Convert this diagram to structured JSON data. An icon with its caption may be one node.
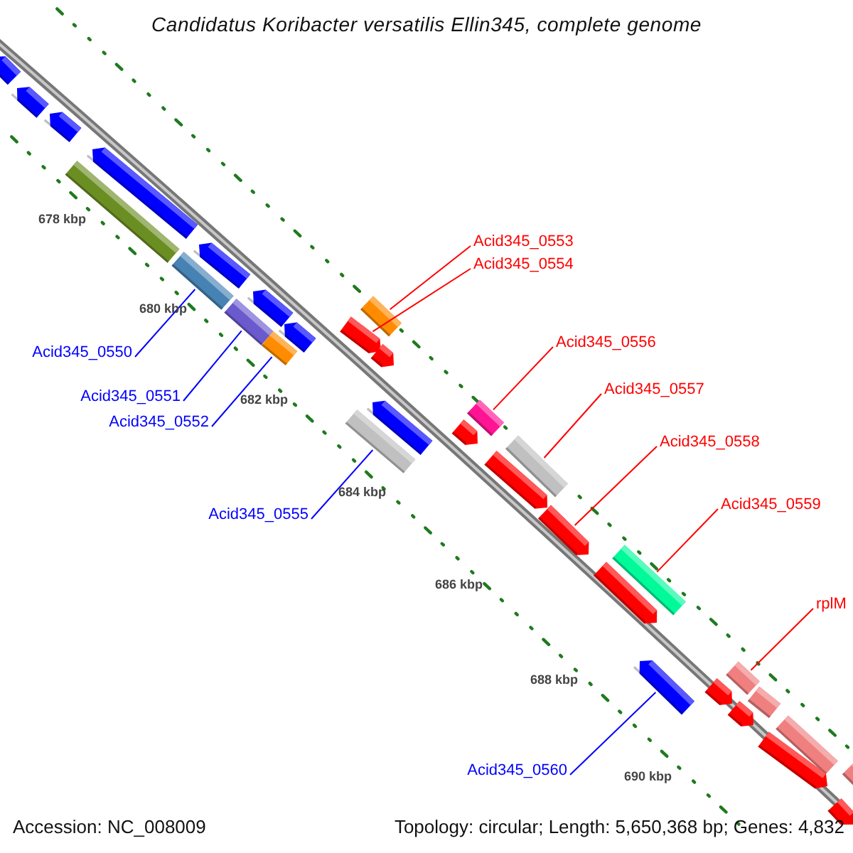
{
  "diagram": {
    "title": "Candidatus Koribacter versatilis Ellin345, complete genome",
    "nodes": [
      {
        "text": [
          "Acid345_0553"
        ]
      },
      {
        "text": [
          "Acid345_0554"
        ]
      },
      {
        "text": [
          "Acid345_0556"
        ]
      },
      {
        "text": [
          "Acid345_0550"
        ]
      },
      {
        "text": [
          "Acid345_0557"
        ]
      },
      {
        "text": [
          "Acid345_0551"
        ]
      },
      {
        "text": [
          "Acid345_0552"
        ]
      },
      {
        "text": [
          "Acid345_0558"
        ]
      },
      {
        "text": [
          "Acid345_0559"
        ]
      },
      {
        "text": [
          "Acid345_0555"
        ]
      },
      {
        "text": [
          "rplM"
        ]
      },
      {
        "text": [
          "Acid345_0560"
        ]
      },
      {
        "text": [],
        "shape": "bar"
      },
      {
        "text": [],
        "shape": "bar"
      },
      {
        "text": [],
        "shape": "bar"
      },
      {
        "text": [],
        "shape": "bar"
      },
      {
        "text": [],
        "shape": "bar"
      },
      {
        "text": [],
        "shape": "bar"
      },
      {
        "text": [],
        "shape": "bar"
      },
      {
        "text": [],
        "shape": "bar"
      },
      {
        "text": [],
        "shape": "bar"
      },
      {
        "text": [],
        "shape": "bar"
      },
      {
        "text": [],
        "shape": "bar"
      },
      {
        "text": [],
        "shape": "bar"
      },
      {
        "text": [],
        "shape": "bar"
      },
      {
        "text": [],
        "shape": "bar"
      },
      {
        "text": [],
        "shape": "bar"
      },
      {
        "text": [],
        "shape": "bar"
      },
      {
        "text": [],
        "shape": "bar"
      },
      {
        "text": [],
        "shape": "bar"
      },
      {
        "text": [],
        "shape": "bar"
      },
      {
        "text": [],
        "shape": "bar"
      },
      {
        "text": [],
        "shape": "bar"
      },
      {
        "text": [],
        "shape": "bar"
      },
      {
        "text": [],
        "shape": "bar"
      },
      {
        "text": [],
        "shape": "bar"
      },
      {
        "text": [],
        "shape": "bar"
      },
      {
        "text": [],
        "shape": "bar"
      },
      {
        "text": [],
        "shape": "bar"
      },
      {
        "text": [],
        "shape": "bar"
      },
      {
        "text": [],
        "shape": "bar"
      },
      {
        "text": [],
        "shape": "bar"
      },
      {
        "text": [],
        "shape": "bar"
      },
      {
        "text": [],
        "shape": "bar"
      }
    ],
    "edges": [
      {
        "from": 0,
        "to": 20,
        "arrow": "none"
      },
      {
        "from": 1,
        "to": 23,
        "arrow": "none"
      },
      {
        "from": 2,
        "to": 26,
        "arrow": "none"
      },
      {
        "from": 3,
        "to": 18,
        "arrow": "none",
        "color": "#0000ff"
      },
      {
        "from": 4,
        "to": 30,
        "arrow": "none"
      },
      {
        "from": 5,
        "to": 21,
        "arrow": "none",
        "color": "#0000ff"
      },
      {
        "from": 6,
        "to": 24,
        "arrow": "none",
        "color": "#0000ff"
      },
      {
        "from": 7,
        "to": 32,
        "arrow": "none"
      },
      {
        "from": 8,
        "to": 33,
        "arrow": "none"
      },
      {
        "from": 9,
        "to": 29,
        "arrow": "none",
        "color": "#0000ff"
      },
      {
        "from": 10,
        "to": 35,
        "arrow": "none"
      },
      {
        "from": 11,
        "to": 36,
        "arrow": "none",
        "color": "#0000ff"
      }
    ],
    "labels": [
      "678 kbp",
      "680 kbp",
      "682 kbp",
      "684 kbp",
      "686 kbp",
      "688 kbp",
      "690 kbp",
      "Accession: NC_008009",
      "Topology: circular; Length: 5,650,368 bp; Genes: 4,832"
    ]
  }
}
